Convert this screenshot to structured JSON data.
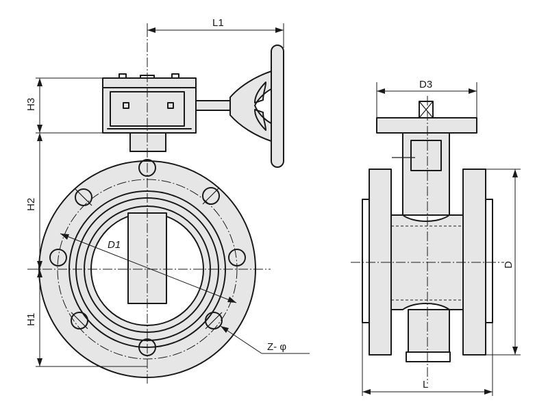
{
  "labels": {
    "L1": "L1",
    "H3": "H3",
    "H2": "H2",
    "H1": "H1",
    "D1": "D1",
    "Z_phi": "Z- φ",
    "D3": "D3",
    "D": "D",
    "L": "L"
  },
  "colors": {
    "ink": "#1a1a1a",
    "fill": "#e6e6e6",
    "background": "#ffffff"
  }
}
